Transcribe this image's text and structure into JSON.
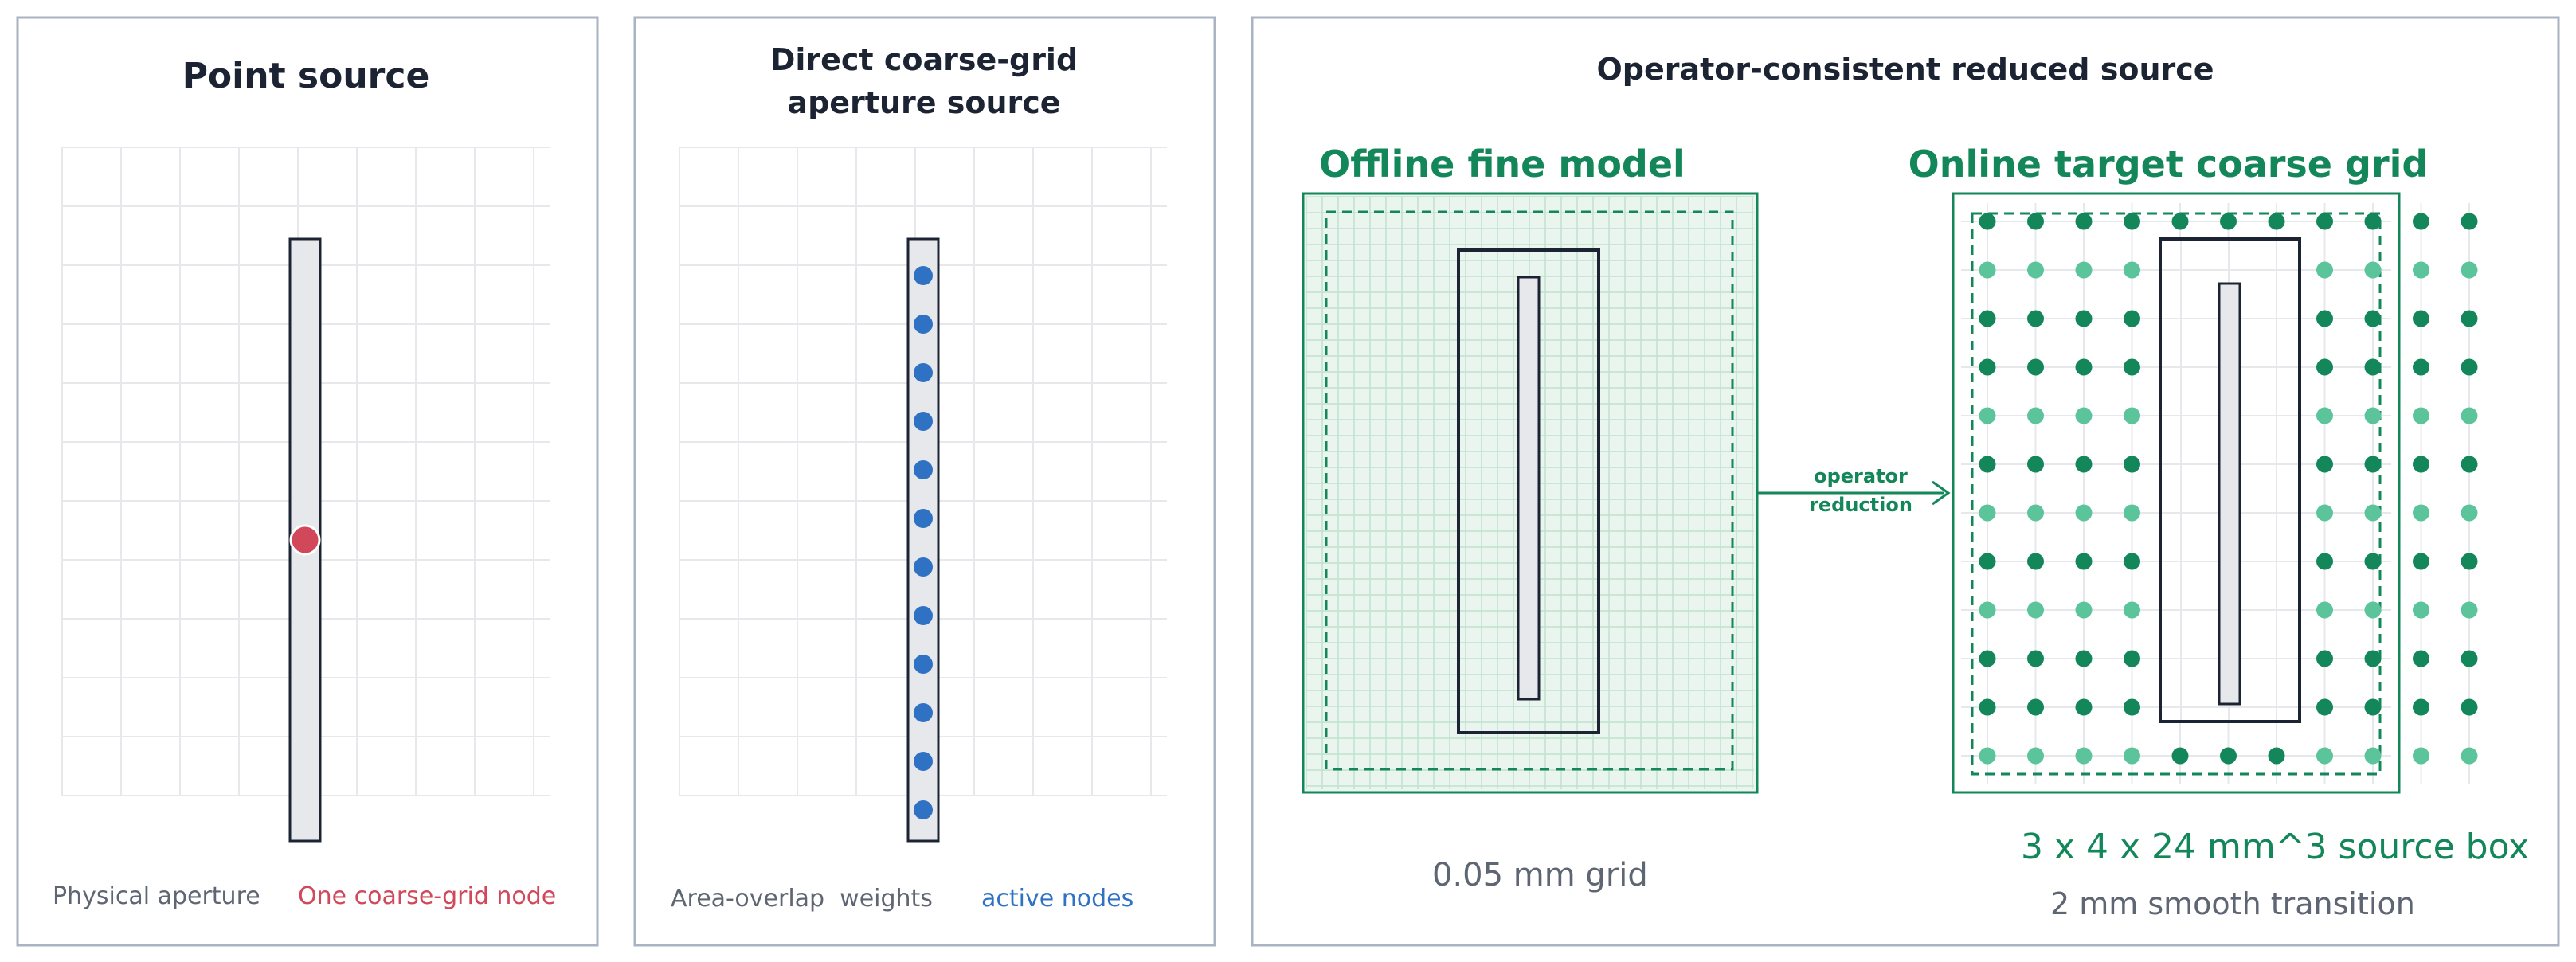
{
  "panels": [
    {
      "title": "Point source",
      "legend": {
        "left": "Physical aperture",
        "right": "One coarse-grid node"
      }
    },
    {
      "title_lines": [
        "Direct coarse-grid",
        "aperture source"
      ],
      "legend": {
        "left": "Area-overlap  weights",
        "right": "active nodes"
      }
    },
    {
      "title": "Operator-consistent reduced source",
      "offline_label": "Offline fine model",
      "online_label": "Online target coarse grid",
      "arrow_label_lines": [
        "operator",
        "reduction"
      ],
      "fine_grid_label": "0.05 mm grid",
      "box_label": "3 x 4 x 24 mm^3 source box",
      "transition_label": "2 mm smooth transition"
    }
  ],
  "colors": {
    "frame": "#a9b3c1",
    "grid": "#e6e8ec",
    "aperture_fill": "#e7e8ec",
    "aperture_stroke": "#1c2433",
    "point": "#d0485a",
    "active_node": "#2f72c4",
    "green_dark": "#13875a",
    "green_light": "#5cc49a",
    "fine_fill": "#e9f5ee",
    "fine_grid": "#bfe2cc",
    "text_gray": "#5f6673",
    "title": "#1c2433"
  }
}
